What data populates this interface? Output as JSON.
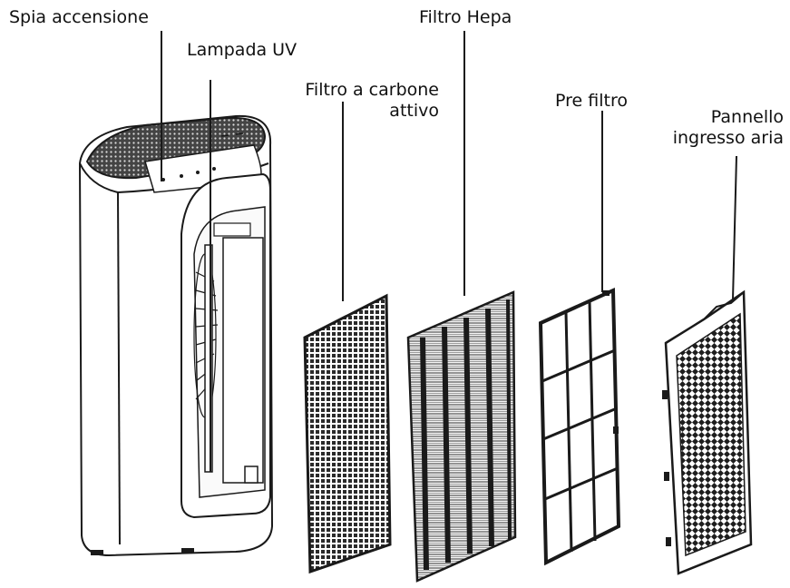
{
  "labels": {
    "power_light": "Spia accensione",
    "uv_lamp": "Lampada UV",
    "carbon_filter_line1": "Filtro a carbone",
    "carbon_filter_line2": "attivo",
    "hepa_filter": "Filtro Hepa",
    "pre_filter": "Pre filtro",
    "inlet_panel_line1": "Pannello",
    "inlet_panel_line2": "ingresso aria"
  },
  "colors": {
    "ink": "#1a1a1a",
    "mesh_dark": "#2b2b2b",
    "body_fill": "#ffffff"
  }
}
